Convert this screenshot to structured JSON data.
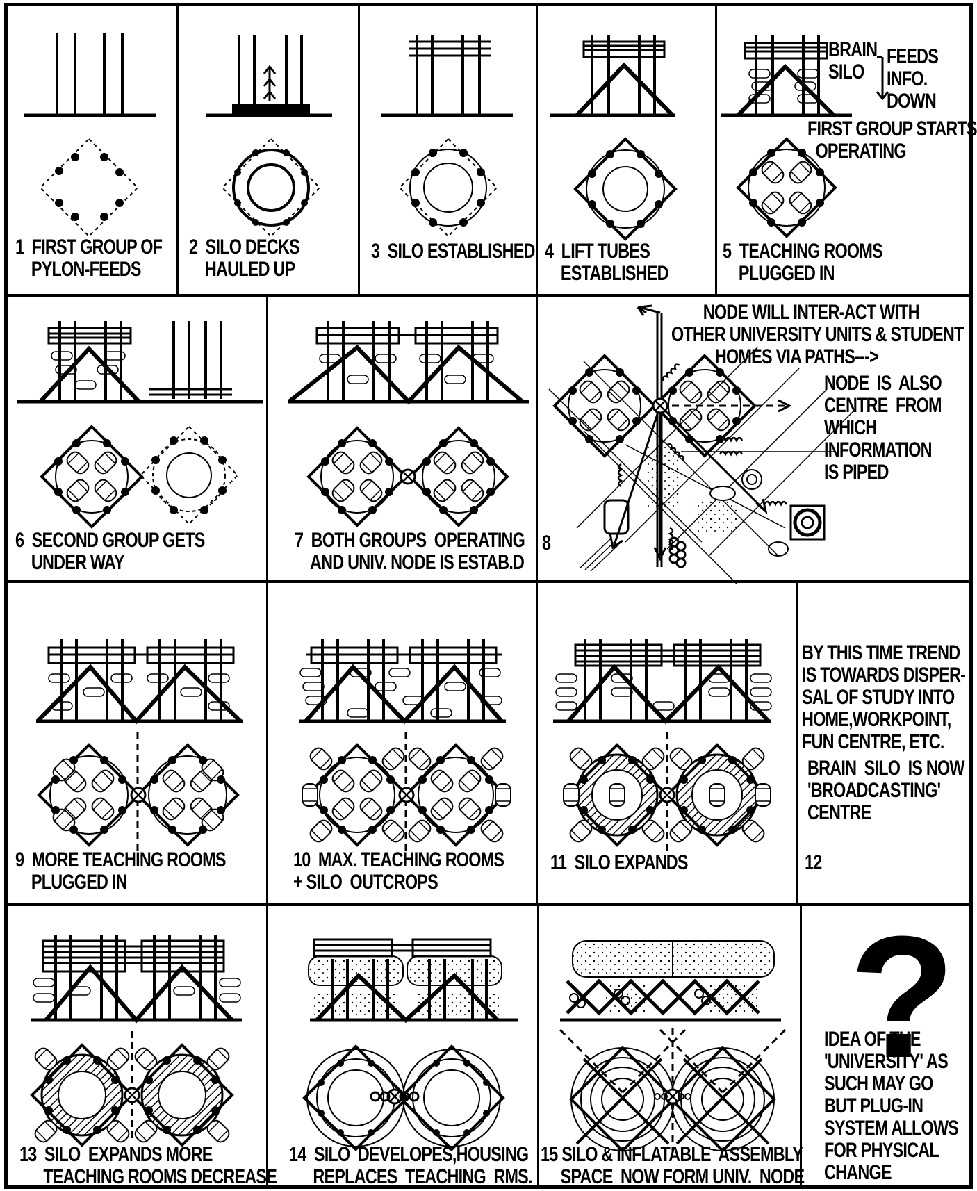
{
  "panels": [
    {
      "num": "1",
      "caption": "1  FIRST GROUP OF\n    PYLON-FEEDS"
    },
    {
      "num": "2",
      "caption": "2  SILO DECKS\n    HAULED UP"
    },
    {
      "num": "3",
      "caption": "3  SILO ESTABLISHED"
    },
    {
      "num": "4",
      "caption": "4  LIFT TUBES\n    ESTABLISHED"
    },
    {
      "num": "5",
      "caption": "5  TEACHING ROOMS\n    PLUGGED IN"
    },
    {
      "num": "6",
      "caption": "6  SECOND GROUP GETS\n    UNDER WAY"
    },
    {
      "num": "7",
      "caption": "7  BOTH GROUPS  OPERATING\n    AND UNIV. NODE IS ESTAB.D"
    },
    {
      "num": "8",
      "caption": "8"
    },
    {
      "num": "9",
      "caption": "9  MORE TEACHING ROOMS\n    PLUGGED IN"
    },
    {
      "num": "10",
      "caption": "10  MAX. TEACHING ROOMS\n+ SILO  OUTCROPS"
    },
    {
      "num": "11",
      "caption": "11  SILO EXPANDS"
    },
    {
      "num": "12",
      "caption": "12"
    },
    {
      "num": "13",
      "caption": "13  SILO  EXPANDS MORE\n      TEACHING ROOMS DECREASE"
    },
    {
      "num": "14",
      "caption": "14  SILO  DEVELOPES,HOUSING\n      REPLACES  TEACHING  RMS."
    },
    {
      "num": "15",
      "caption": "15 SILO & INFLATABLE  ASSEMBLY\n     SPACE  NOW FORM UNIV.  NODE"
    }
  ],
  "notes": {
    "brain_silo": "BRAIN\nSILO",
    "feeds_down": "FEEDS\nINFO.\nDOWN",
    "first_group": "FIRST GROUP STARTS\n  OPERATING",
    "node_interact": "        NODE WILL INTER-ACT WITH\nOTHER UNIVERSITY UNITS & STUDENT\n           HOMES VIA PATHS--->",
    "node_centre": "NODE  IS  ALSO\nCENTRE  FROM\nWHICH\nINFORMATION\nIS PIPED",
    "trend": "BY THIS TIME TREND\nIS TOWARDS DISPER-\nSAL OF STUDY INTO\nHOME,WORKPOINT,\nFUN CENTRE, ETC.",
    "broadcasting": "BRAIN  SILO  IS NOW\n'BROADCASTING'\nCENTRE",
    "question_mark": "?",
    "idea": "IDEA OF THE\n'UNIVERSITY' AS\nSUCH MAY GO\nBUT PLUG-IN\nSYSTEM ALLOWS\nFOR PHYSICAL\nCHANGE"
  }
}
